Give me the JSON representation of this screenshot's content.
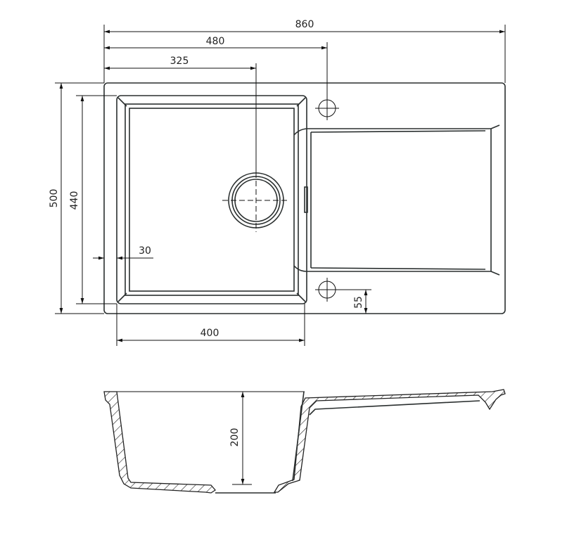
{
  "drawing": {
    "dimensions": {
      "overall_width": "860",
      "tap_hole_offset": "480",
      "drain_offset": "325",
      "overall_depth": "500",
      "bowl_depth": "440",
      "rim_width": "30",
      "bowl_width": "400",
      "tap_hole_edge": "55",
      "bowl_height": "200"
    }
  }
}
